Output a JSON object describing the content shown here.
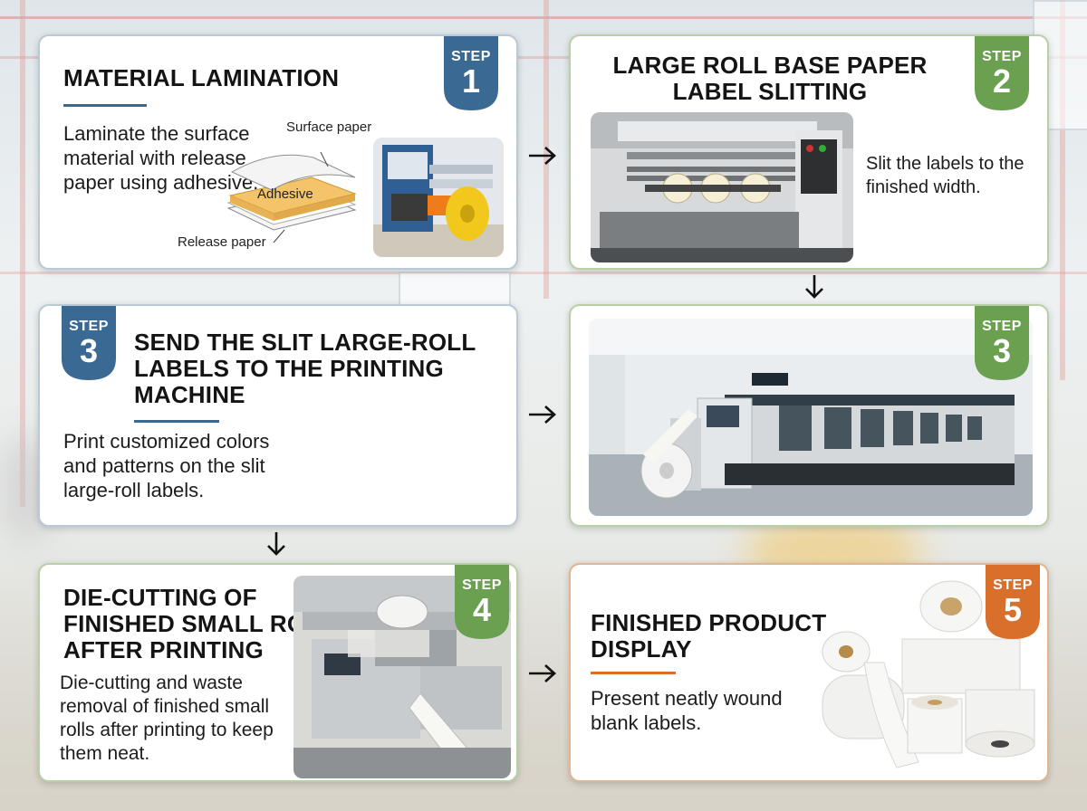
{
  "steps": [
    {
      "step_word": "STEP",
      "num": "1",
      "title": "MATERIAL LAMINATION",
      "desc": "Laminate the surface material with release paper using adhesive.",
      "labels": {
        "surface": "Surface paper",
        "adhesive": "Adhesive",
        "release": "Release paper"
      }
    },
    {
      "step_word": "STEP",
      "num": "2",
      "title": "LARGE ROLL BASE PAPER LABEL SLITTING",
      "desc": "Slit the labels to the finished width."
    },
    {
      "step_word": "STEP",
      "num": "3",
      "title": "SEND THE SLIT LARGE-ROLL LABELS TO THE PRINTING MACHINE",
      "desc": "Print customized colors and patterns on the slit large-roll labels."
    },
    {
      "step_word": "STEP",
      "num": "3"
    },
    {
      "step_word": "STEP",
      "num": "4",
      "title": "DIE-CUTTING OF FINISHED SMALL ROLLS AFTER PRINTING",
      "desc": "Die-cutting and waste removal of finished small rolls after printing to keep them neat."
    },
    {
      "step_word": "STEP",
      "num": "5",
      "title": "FINISHED PRODUCT DISPLAY",
      "desc": "Present neatly wound blank labels."
    }
  ],
  "colors": {
    "blue": "#3a6a93",
    "green": "#6aa04f",
    "orange": "#d8702b"
  }
}
